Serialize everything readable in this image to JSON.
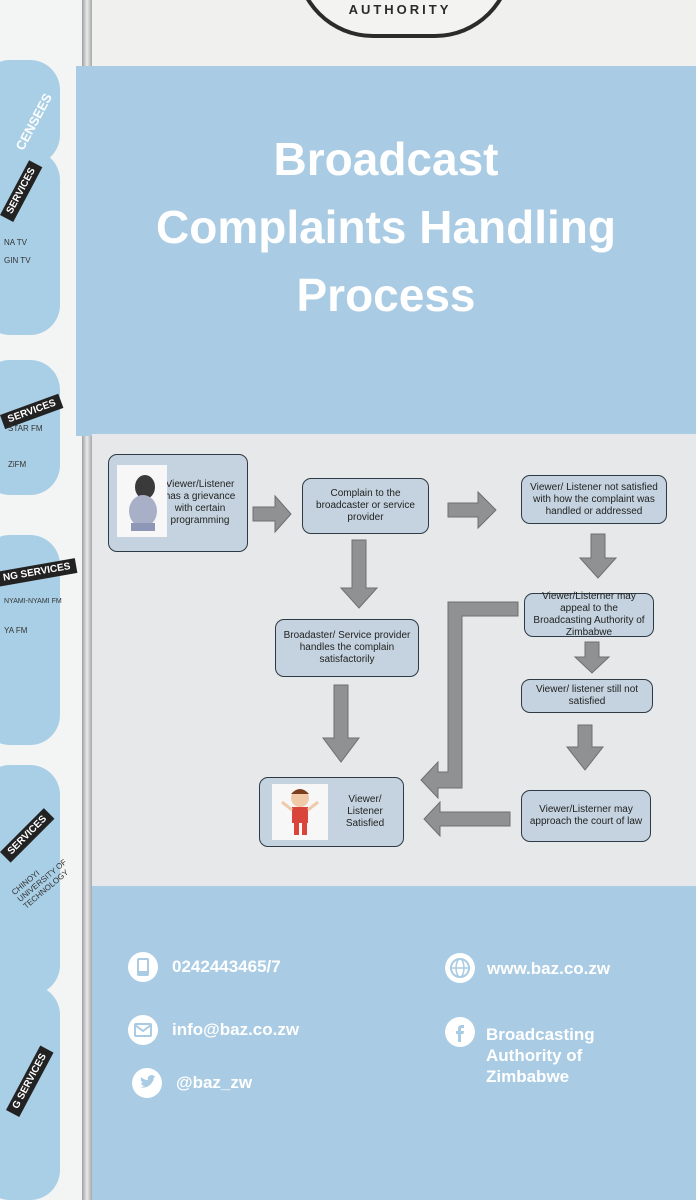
{
  "logo": {
    "text": "AUTHORITY"
  },
  "title": {
    "line1": "Broadcast",
    "line2": "Complaints Handling",
    "line3": "Process"
  },
  "left_panel": {
    "tags": [
      "CENSEES",
      "SERVICES",
      "SERVICES",
      "NG SERVICES",
      "SERVICES",
      "G SERVICES"
    ],
    "items": [
      "NA TV",
      "GIN TV",
      "STAR FM",
      "ZiFM",
      "NYAMI-NYAMI FM",
      "YA FM",
      "CHINOYI UNIVERSITY OF TECHNOLOGY"
    ]
  },
  "flow": {
    "grievance": "Viewer/Listener has a grievance with certain programming",
    "complain": "Complain to the broadcaster or service provider",
    "not_satisfied": "Viewer/ Listener not satisfied with how the complaint was handled or addressed",
    "handles": "Broadaster/ Service provider handles the complain satisfactorily",
    "appeal": "Viewer/Listerner may appeal to the Broadcasting Authority of Zimbabwe",
    "still_not": "Viewer/ listener still not satisfied",
    "court": "Viewer/Listerner may approach the court of law",
    "satisfied": "Viewer/ Listener Satisfied"
  },
  "contact": {
    "phone": "0242443465/7",
    "email": "info@baz.co.zw",
    "twitter": "@baz_zw",
    "website": "www.baz.co.zw",
    "facebook_line1": "Broadcasting",
    "facebook_line2": "Authority of",
    "facebook_line3": "Zimbabwe",
    "icons": [
      "phone-icon",
      "email-icon",
      "twitter-icon",
      "globe-icon",
      "facebook-icon"
    ]
  },
  "colors": {
    "banner_blue": "#a9cbe3",
    "node_fill": "#c4d3df",
    "arrow": "#8e9092"
  }
}
